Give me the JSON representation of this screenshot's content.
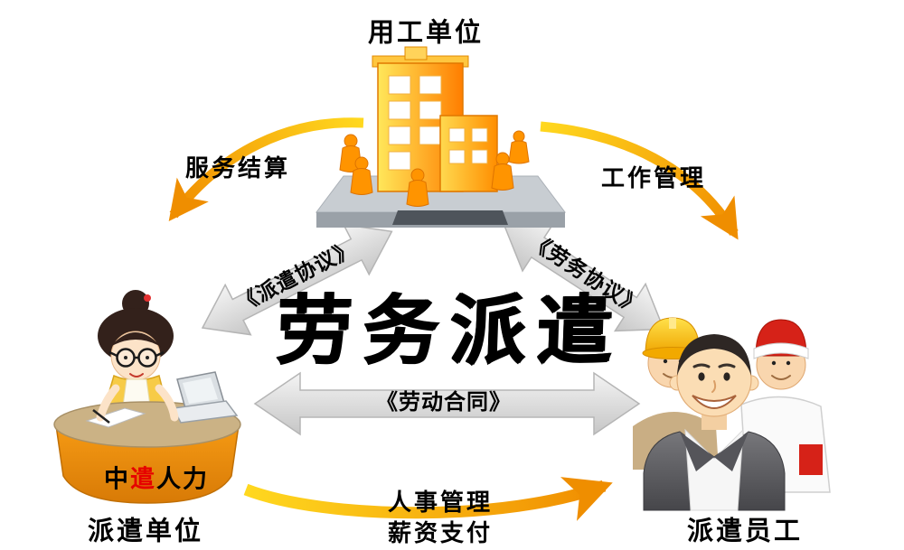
{
  "diagram": {
    "center_title": "劳务派遣",
    "nodes": {
      "employer": {
        "label": "用工单位"
      },
      "agency": {
        "label": "派遣单位",
        "brand": {
          "p1": "中",
          "p2": "遣",
          "p3": "人力"
        }
      },
      "workers": {
        "label": "派遣员工"
      }
    },
    "relations": {
      "service_settlement": "服务结算",
      "work_management": "工作管理",
      "dispatch_agreement": "《派遣协议》",
      "labor_service_agreement": "《劳务协议》",
      "labor_contract": "《劳动合同》",
      "hr_management": "人事管理",
      "salary_payment": "薪资支付"
    },
    "icons": {
      "employer_icon": "office-building-icon",
      "agency_icon": "receptionist-desk-icon",
      "workers_icon": "worker-group-icon"
    },
    "colors": {
      "arrow_yellow_light": "#FFD81F",
      "arrow_yellow_dark": "#F08C00",
      "gray_arrow_light": "#F2F2F2",
      "gray_arrow_dark": "#C6C6C6",
      "building_light": "#FFE75A",
      "building_dark": "#FF7E00",
      "desk_orange": "#E8860A",
      "brand_red": "#E60000",
      "helmet_yellow": "#F5B800",
      "cap_red": "#D62218",
      "suit_gray": "#55555A",
      "text_black": "#000000"
    }
  }
}
